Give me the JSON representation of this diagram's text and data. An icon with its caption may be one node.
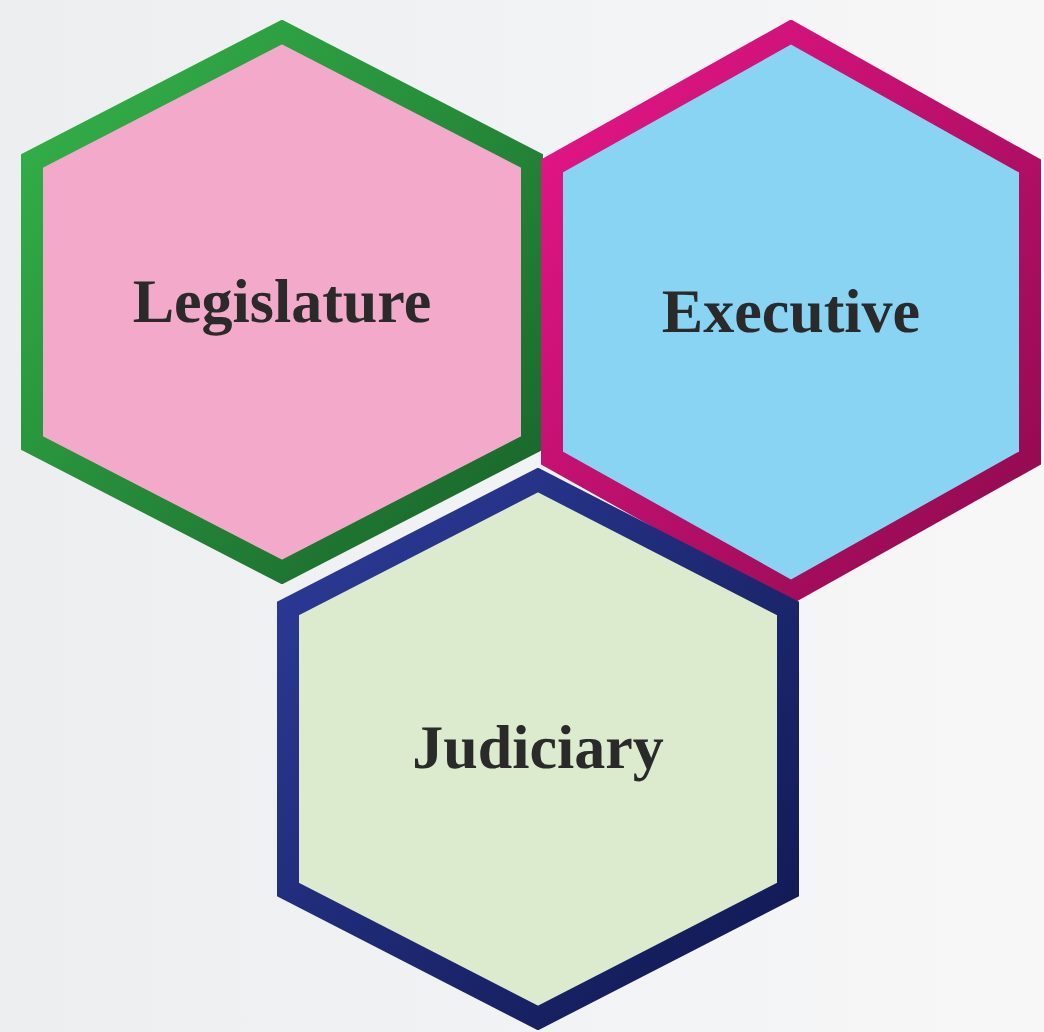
{
  "diagram": {
    "nodes": [
      {
        "text": [
          "Legislature"
        ]
      },
      {
        "text": [
          "Executive"
        ]
      },
      {
        "text": [
          "Judiciary"
        ]
      }
    ]
  }
}
